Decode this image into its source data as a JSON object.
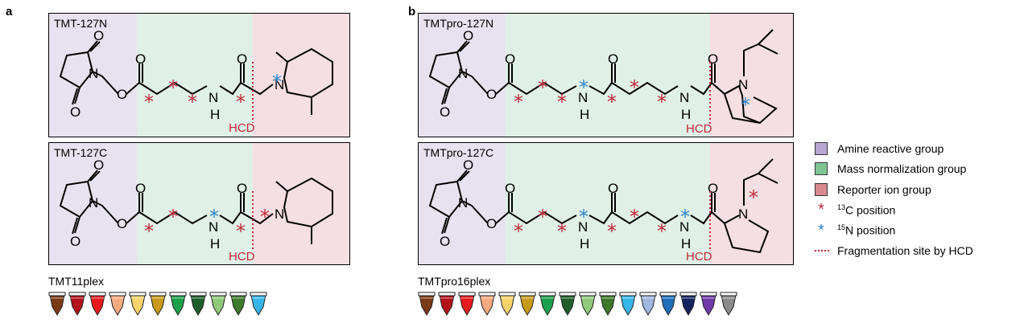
{
  "panels": [
    {
      "letter": "a"
    },
    {
      "letter": "b"
    }
  ],
  "boxes": {
    "tmt127n": {
      "title": "TMT-127N"
    },
    "tmt127c": {
      "title": "TMT-127C"
    },
    "pro127n": {
      "title": "TMTpro-127N"
    },
    "pro127c": {
      "title": "TMTpro-127C"
    }
  },
  "atoms": {
    "O": "O",
    "N": "N",
    "H": "H",
    "star": "*"
  },
  "hcd_label": "HCD",
  "legend": {
    "items": [
      {
        "label": "Amine reactive group",
        "color": "#b7a6d2"
      },
      {
        "label": "Mass normalization group",
        "color": "#7fc594"
      },
      {
        "label": "Reporter ion group",
        "color": "#d98a8f"
      },
      {
        "label_pre": "",
        "sup": "13",
        "label_post": "C position",
        "color": "#c0283c"
      },
      {
        "label_pre": "",
        "sup": "15",
        "label_post": "N position",
        "color": "#2e86c8"
      },
      {
        "label": "Fragmentation site by HCD",
        "color": "#c0283c"
      }
    ]
  },
  "kits": [
    {
      "label": "TMT11plex",
      "tube_colors": [
        "#7b3a16",
        "#b3121b",
        "#e8191c",
        "#f5a97f",
        "#f8d36a",
        "#c79a1a",
        "#1aa04a",
        "#1f5e2a",
        "#8fc97a",
        "#3d7a2c",
        "#35b5e8"
      ]
    },
    {
      "label": "TMTpro16plex",
      "tube_colors": [
        "#7b3a16",
        "#b3121b",
        "#e8191c",
        "#f5a97f",
        "#f8d36a",
        "#c79a1a",
        "#1aa04a",
        "#1f5e2a",
        "#8fc97a",
        "#3d7a2c",
        "#35b5e8",
        "#9fb7e0",
        "#1f6fb8",
        "#15245e",
        "#6f3aa8",
        "#8a8a8a"
      ]
    }
  ],
  "colors": {
    "c13": "#c0283c",
    "n15": "#2e86c8",
    "hcd": "#c0283c"
  }
}
